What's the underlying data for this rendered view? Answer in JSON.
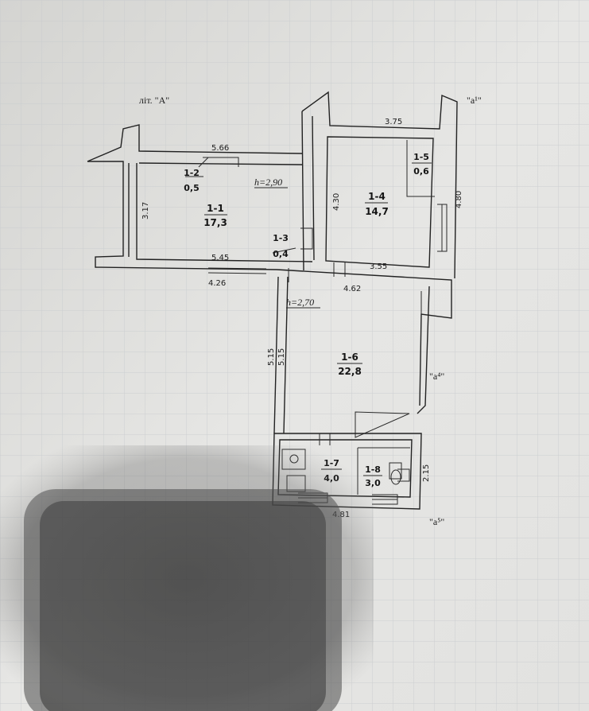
{
  "labels": {
    "lit_a": "літ. \"А\"",
    "a1": "\"а¹\"",
    "a4": "\"а⁴\"",
    "a5": "\"а⁵\""
  },
  "rooms": {
    "r1_1": {
      "id": "1-1",
      "area": "17,3"
    },
    "r1_2": {
      "id": "1-2",
      "area": "0,5"
    },
    "r1_3": {
      "id": "1-3",
      "area": "0,4"
    },
    "r1_4": {
      "id": "1-4",
      "area": "14,7"
    },
    "r1_5": {
      "id": "1-5",
      "area": "0,6"
    },
    "r1_6": {
      "id": "1-6",
      "area": "22,8"
    },
    "r1_7": {
      "id": "1-7",
      "area": "4,0"
    },
    "r1_8": {
      "id": "1-8",
      "area": "3,0"
    }
  },
  "heights": {
    "h1": "h=2,90",
    "h2": "h=2,70"
  },
  "dimensions": {
    "d_566": "5.66",
    "d_317": "3.17",
    "d_545": "5.45",
    "d_426": "4.26",
    "d_375": "3.75",
    "d_430": "4.30",
    "d_480": "4.80",
    "d_355": "3.55",
    "d_462": "4.62",
    "d_515a": "5.15",
    "d_515b": "5.15",
    "d_215": "2.15",
    "d_481": "4.81"
  }
}
